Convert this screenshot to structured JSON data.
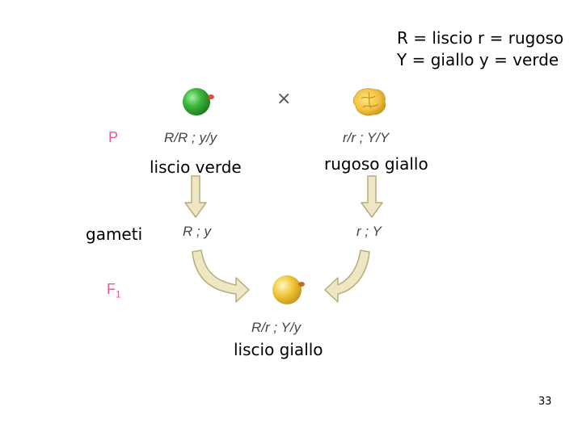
{
  "legend": {
    "line1": "R = liscio r = rugoso",
    "line2": "Y = giallo y = verde"
  },
  "cross_symbol": "×",
  "generation_labels": {
    "p": "P",
    "f1_main": "F",
    "f1_sub": "1"
  },
  "parent_left": {
    "genotype": "R/R ; y/y",
    "phenotype": "liscio verde",
    "gamete": "R ; y"
  },
  "parent_right": {
    "genotype": "r/r ; Y/Y",
    "phenotype": "rugoso giallo",
    "gamete": "r ; Y"
  },
  "gametes_label": "gameti",
  "offspring": {
    "genotype": "R/r ; Y/y",
    "phenotype": "liscio giallo"
  },
  "page_number": "33",
  "colors": {
    "green_pea": "#3cb83c",
    "yellow_pea_smooth": "#f0c83c",
    "yellow_pea_wrinkled": "#f0c040",
    "arrow_fill": "#efe6c4",
    "arrow_stroke": "#b8ab7c",
    "generation_label": "#e85a9a"
  }
}
